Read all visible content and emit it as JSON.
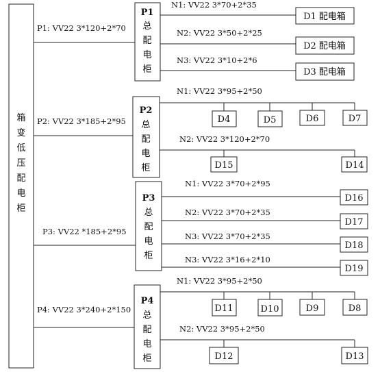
{
  "main_panel": {
    "label_chars": [
      "箱",
      "变",
      "低",
      "压",
      "配",
      "电",
      "柜"
    ]
  },
  "panels": [
    {
      "name": "P1",
      "box_title": "P1",
      "box_chars": [
        "总",
        "配",
        "电",
        "柜"
      ],
      "feeder_label": "P1: VV22 3*120+2*70",
      "circuits": [
        {
          "label": "N1: VV22 3*70+2*35",
          "loads": [
            "D1 配电箱"
          ]
        },
        {
          "label": "N2: VV22 3*50+2*25",
          "loads": [
            "D2 配电箱"
          ]
        },
        {
          "label": "N3: VV22 3*10+2*6",
          "loads": [
            "D3 配电箱"
          ]
        }
      ]
    },
    {
      "name": "P2",
      "box_title": "P2",
      "box_chars": [
        "总",
        "配",
        "电",
        "柜"
      ],
      "feeder_label": "P2: VV22 3*185+2*95",
      "circuits": [
        {
          "label": "N1: VV22 3*95+2*50",
          "loads": [
            "D4",
            "D5",
            "D6",
            "D7"
          ]
        },
        {
          "label": "N2: VV22 3*120+2*70",
          "loads": [
            "D15",
            "D14"
          ]
        }
      ]
    },
    {
      "name": "P3",
      "box_title": "P3",
      "box_chars": [
        "总",
        "配",
        "电",
        "柜"
      ],
      "feeder_label": "P3: VV22 *185+2*95",
      "circuits": [
        {
          "label": "N1: VV22 3*70+2*95",
          "loads": [
            "D16"
          ]
        },
        {
          "label": "N2: VV22 3*70+2*35",
          "loads": [
            "D17"
          ]
        },
        {
          "label": "N3: VV22 3*70+2*35",
          "loads": [
            "D18"
          ]
        },
        {
          "label": "N3: VV22 3*16+2*10",
          "loads": [
            "D19"
          ]
        }
      ]
    },
    {
      "name": "P4",
      "box_title": "P4",
      "box_chars": [
        "总",
        "配",
        "电",
        "柜"
      ],
      "feeder_label": "P4: VV22 3*240+2*150",
      "circuits": [
        {
          "label": "N1: VV22 3*95+2*50",
          "loads": [
            "D11",
            "D10",
            "D9",
            "D8"
          ]
        },
        {
          "label": "N2: VV22 3*95+2*50",
          "loads": [
            "D12",
            "D13"
          ]
        }
      ]
    }
  ]
}
